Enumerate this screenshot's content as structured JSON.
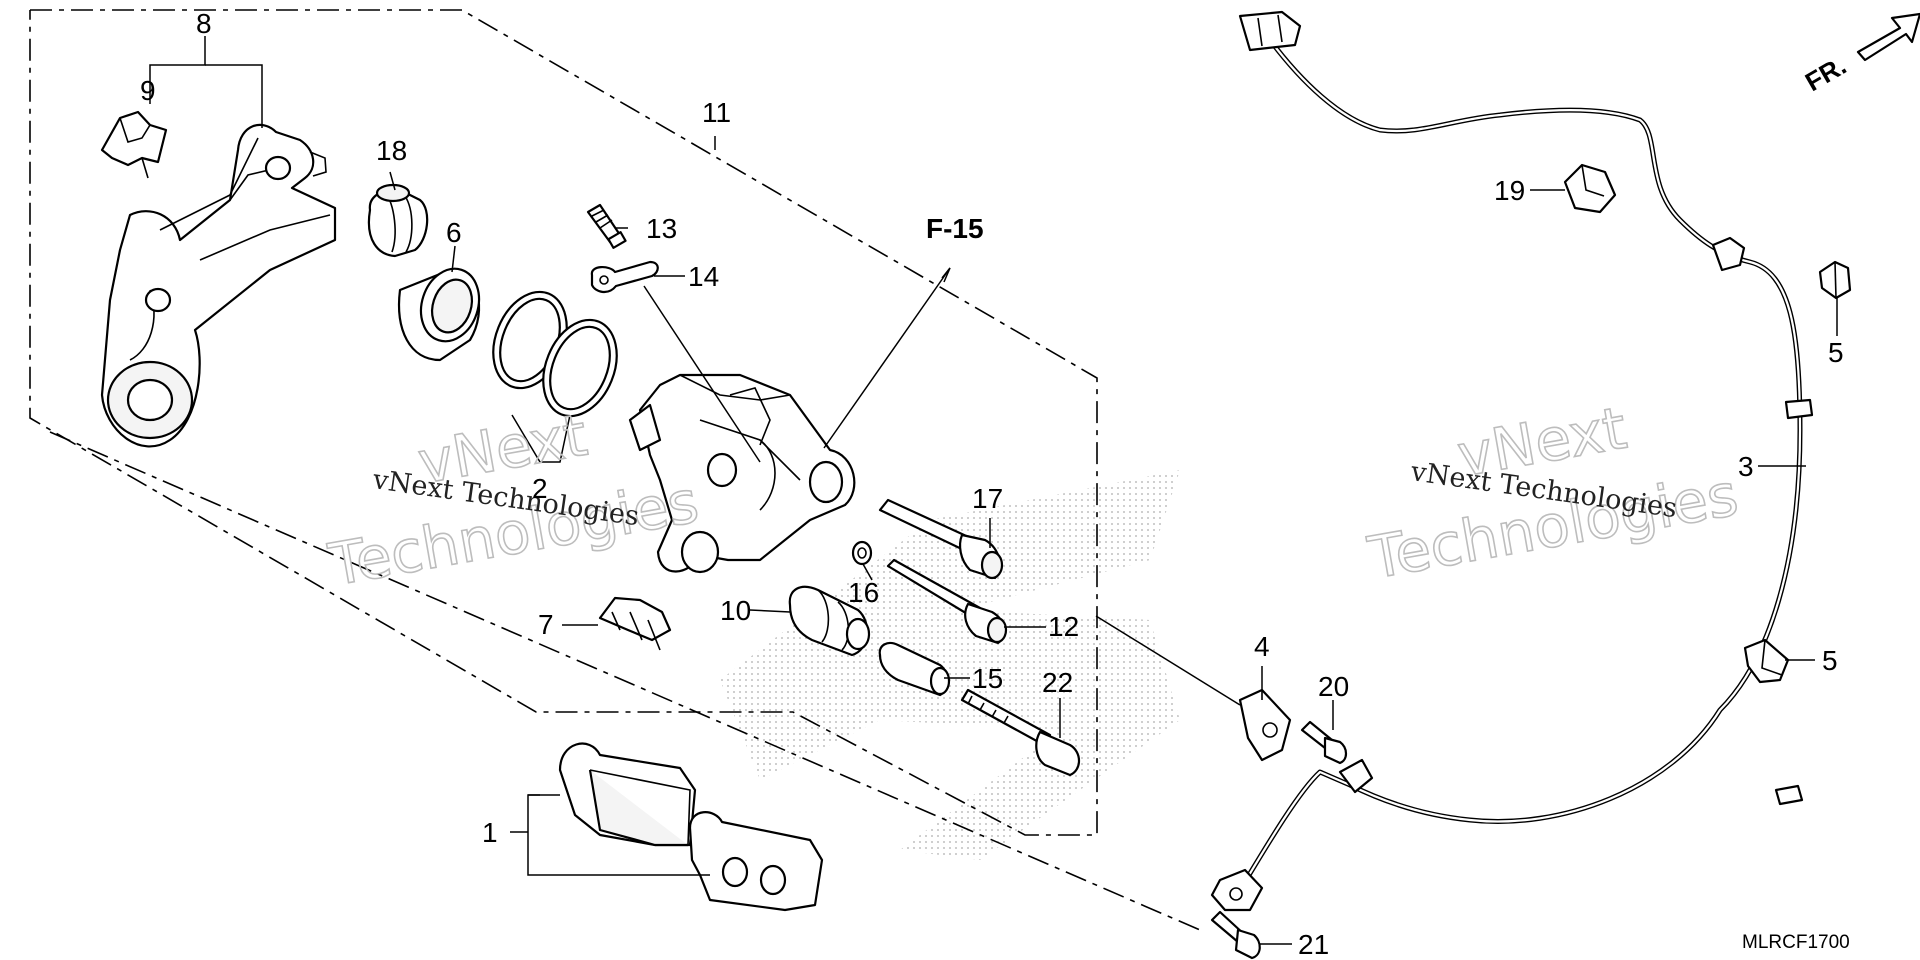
{
  "diagram": {
    "labels": {
      "p1": "1",
      "p2": "2",
      "p3": "3",
      "p4": "4",
      "p5a": "5",
      "p5b": "5",
      "p6": "6",
      "p7": "7",
      "p8": "8",
      "p9": "9",
      "p10": "10",
      "p11": "11",
      "p12": "12",
      "p13": "13",
      "p14": "14",
      "p15": "15",
      "p16": "16",
      "p17": "17",
      "p18": "18",
      "p19": "19",
      "p20": "20",
      "p21": "21",
      "p22": "22"
    },
    "reference": "F-15",
    "front_arrow": "FR.",
    "drawing_code": "MLRCF1700",
    "watermark": {
      "line1": "vNext Technologies",
      "line2a": "vNext",
      "line2b": "Technologies"
    }
  }
}
